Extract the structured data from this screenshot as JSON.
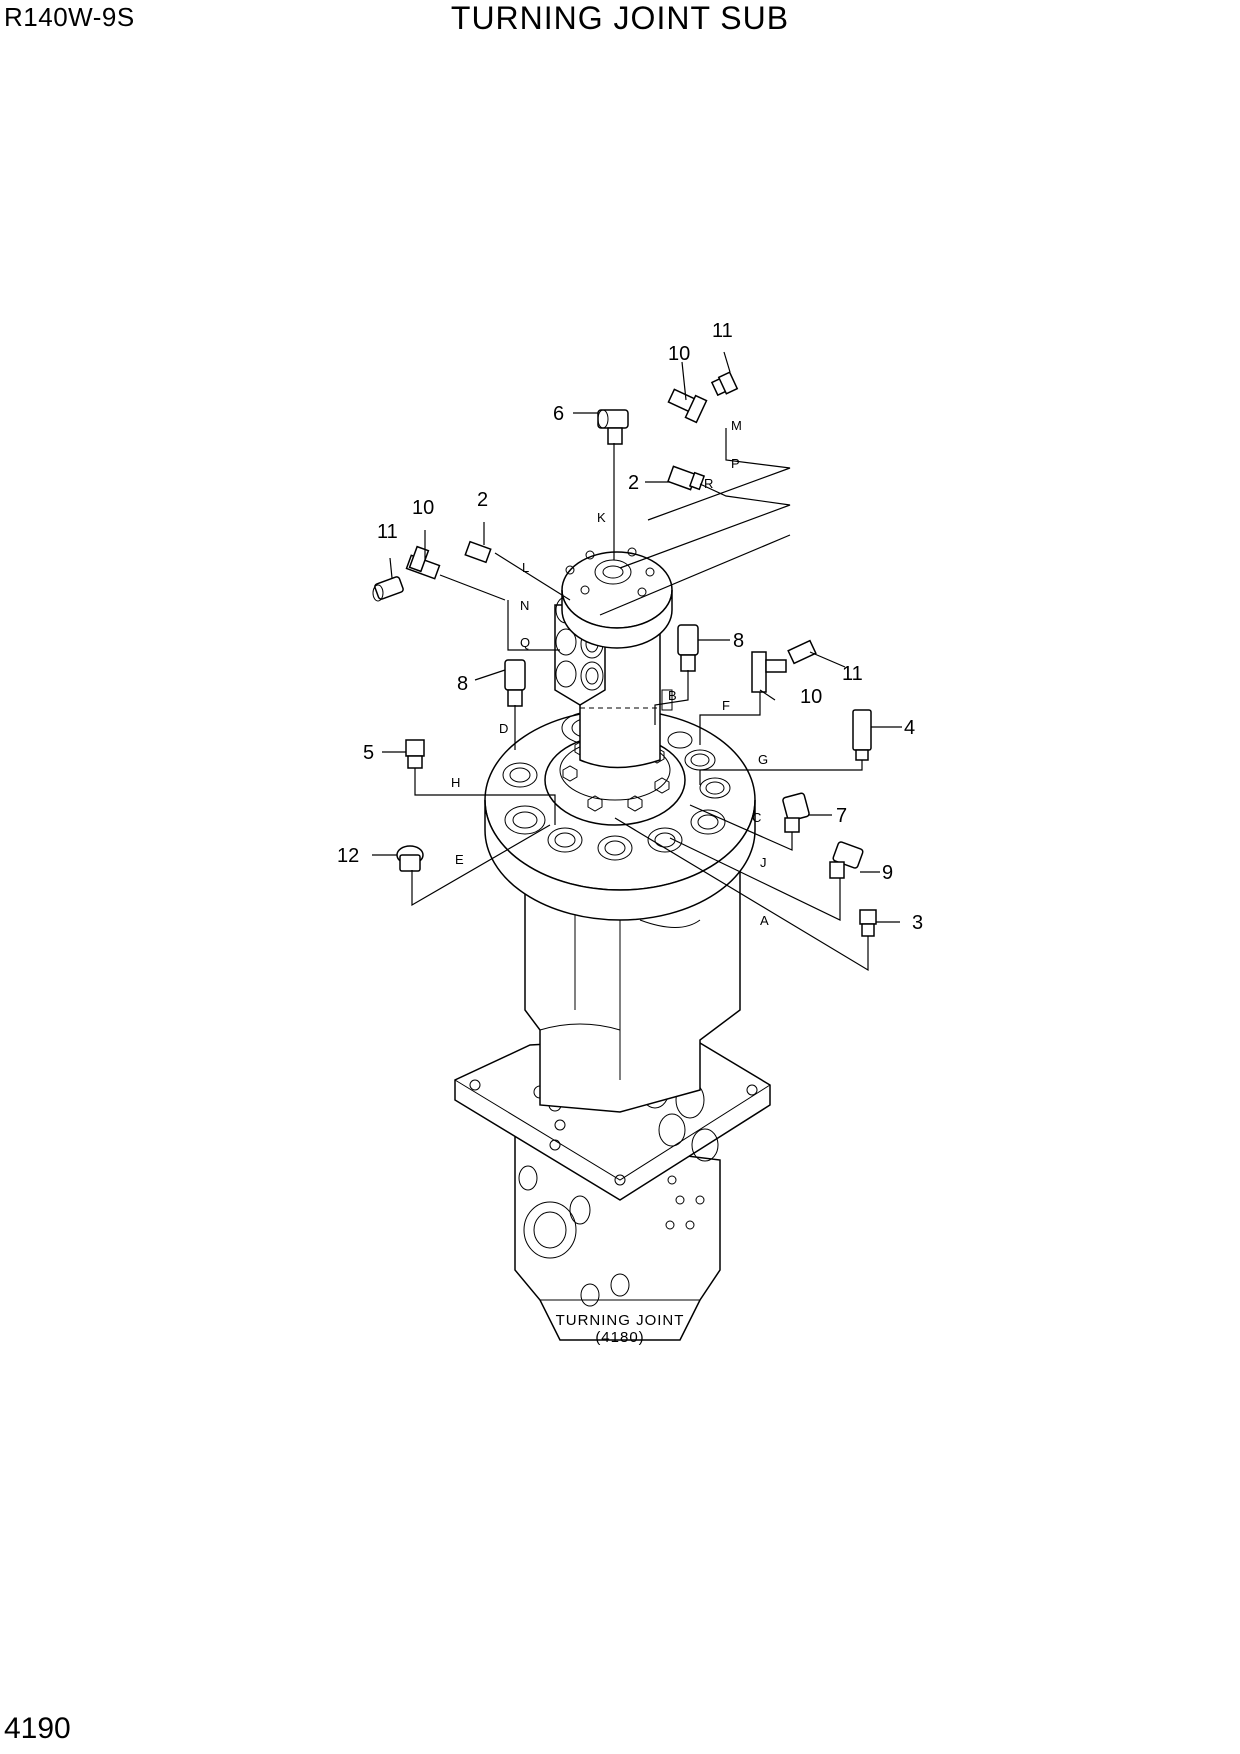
{
  "header": {
    "model": "R140W-9S",
    "title": "TURNING JOINT SUB"
  },
  "page_number": "4190",
  "caption": {
    "line1": "TURNING JOINT",
    "line2": "(4180)"
  },
  "callouts": [
    "11",
    "10",
    "6",
    "2",
    "11",
    "10",
    "2",
    "8",
    "8",
    "11",
    "10",
    "4",
    "5",
    "7",
    "12",
    "9",
    "3"
  ],
  "ports": [
    "M",
    "P",
    "R",
    "K",
    "L",
    "N",
    "Q",
    "B",
    "F",
    "D",
    "G",
    "H",
    "C",
    "E",
    "J",
    "A"
  ]
}
